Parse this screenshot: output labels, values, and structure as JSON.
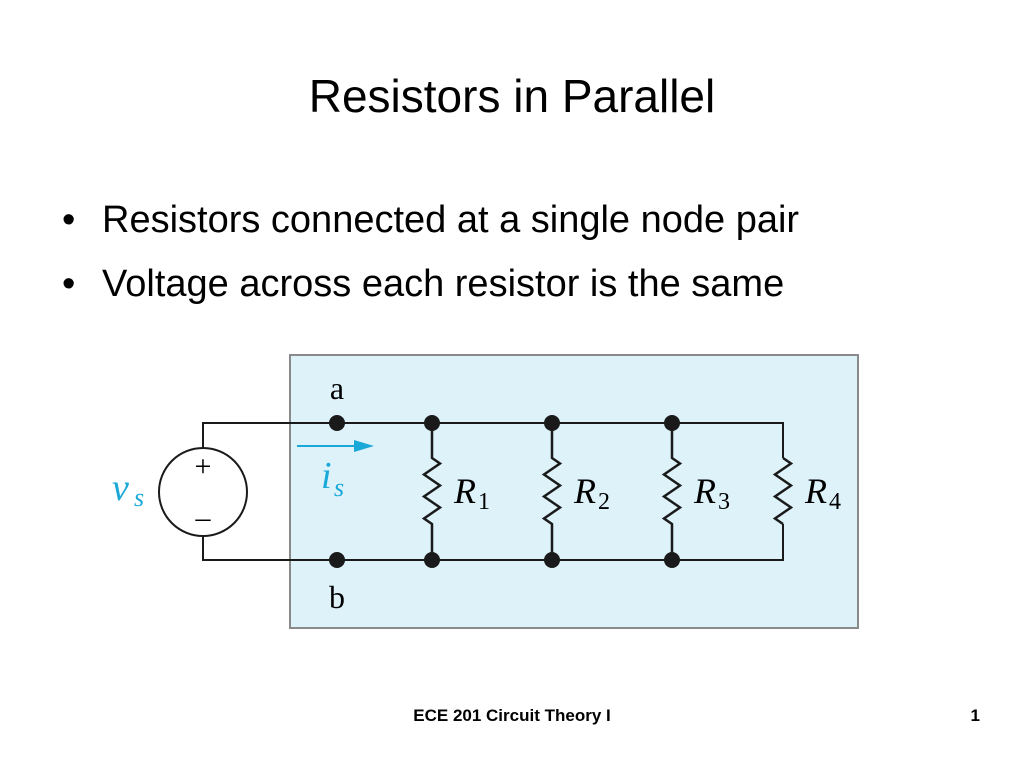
{
  "slide": {
    "title": "Resistors in Parallel",
    "bullets": [
      "Resistors connected at a single node pair",
      "Voltage across each resistor is the same"
    ]
  },
  "diagram": {
    "node_top": "a",
    "node_bottom": "b",
    "source_symbol": "v",
    "source_subscript": "s",
    "source_plus": "+",
    "source_minus": "–",
    "current_symbol": "i",
    "current_subscript": "s",
    "resistors": [
      {
        "symbol": "R",
        "subscript": "1"
      },
      {
        "symbol": "R",
        "subscript": "2"
      },
      {
        "symbol": "R",
        "subscript": "3"
      },
      {
        "symbol": "R",
        "subscript": "4"
      }
    ],
    "colors": {
      "panel_fill": "#def2fa",
      "panel_border": "#8a8a8a",
      "accent": "#19a8d8",
      "wire": "#1a1a1a"
    }
  },
  "footer": {
    "course": "ECE 201 Circuit Theory I",
    "page_number": "1"
  }
}
